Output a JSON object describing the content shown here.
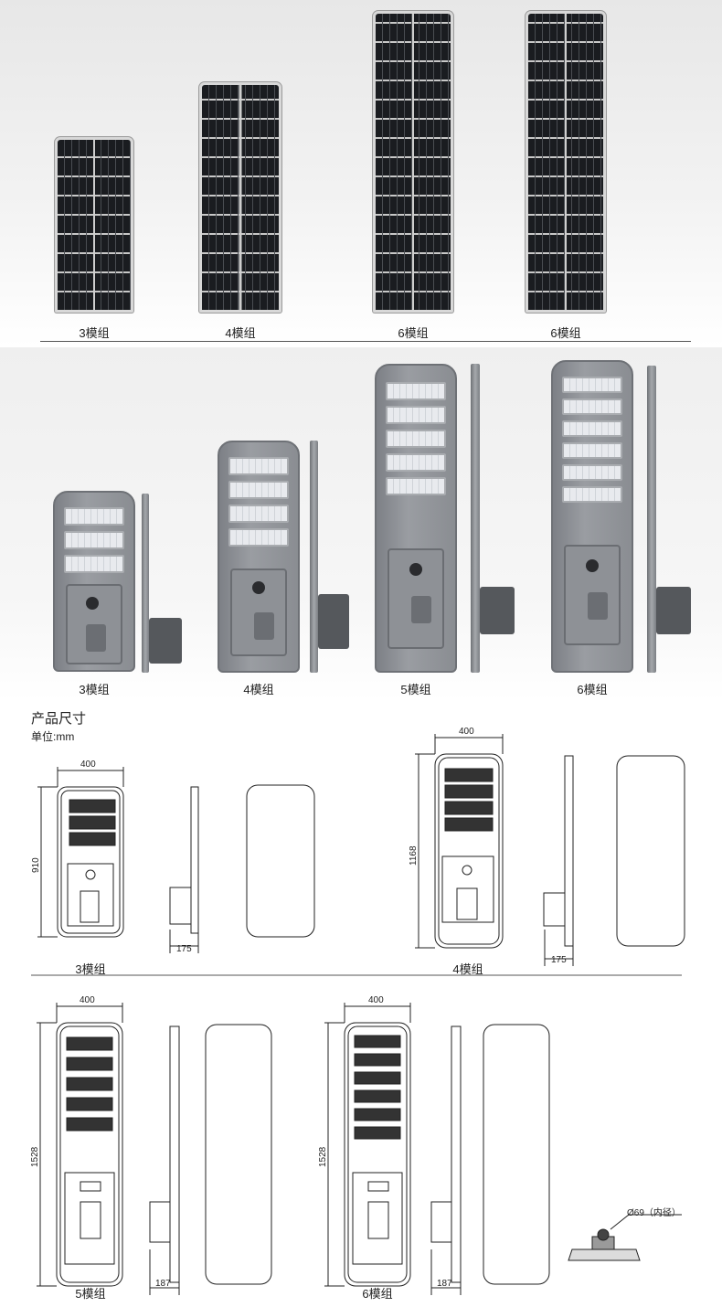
{
  "panels": {
    "captions": [
      "3模组",
      "4模组",
      "6模组",
      "6模组"
    ]
  },
  "lamps": {
    "captions": [
      "3模组",
      "4模组",
      "5模组",
      "6模组"
    ]
  },
  "dimensions": {
    "title": "产品尺寸",
    "unit": "单位:mm",
    "models": [
      {
        "caption": "3模组",
        "width": "400",
        "height": "910",
        "depth": "175"
      },
      {
        "caption": "4模组",
        "width": "400",
        "height": "1168",
        "depth": "175"
      },
      {
        "caption": "5模组",
        "width": "400",
        "height": "1528",
        "depth": "187"
      },
      {
        "caption": "6模组",
        "width": "400",
        "height": "1528",
        "depth": "187"
      }
    ],
    "pole_note": "Ø69（内径）"
  }
}
